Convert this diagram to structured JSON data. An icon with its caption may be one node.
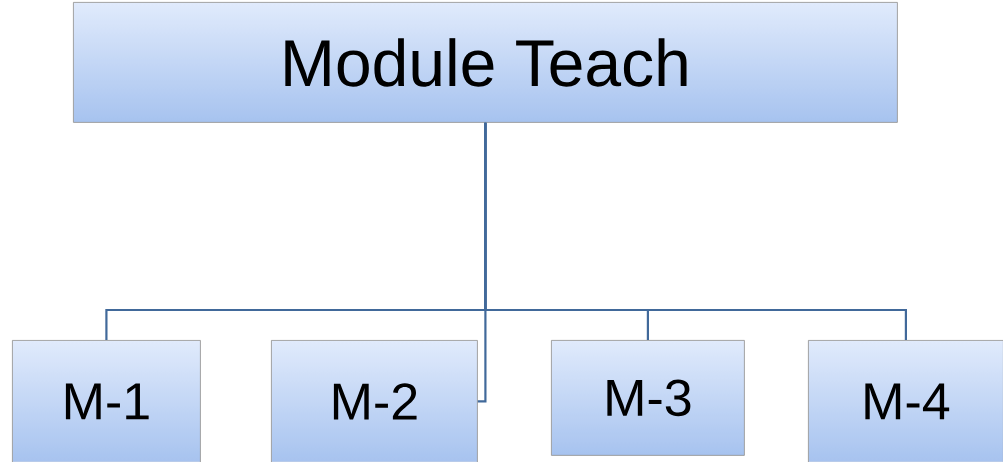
{
  "diagram": {
    "nodes": [
      {
        "text": [
          "Module Teach"
        ]
      },
      {
        "text": [
          "M-1"
        ]
      },
      {
        "text": [
          "M-2"
        ]
      },
      {
        "text": [
          "M-3"
        ]
      },
      {
        "text": [
          "M-4"
        ]
      }
    ],
    "edges": [
      {
        "from": 0,
        "to": 1,
        "arrow": "none"
      },
      {
        "from": 0,
        "to": 2,
        "arrow": "none"
      },
      {
        "from": 0,
        "to": 3,
        "arrow": "none"
      },
      {
        "from": 0,
        "to": 4,
        "arrow": "none"
      }
    ]
  }
}
